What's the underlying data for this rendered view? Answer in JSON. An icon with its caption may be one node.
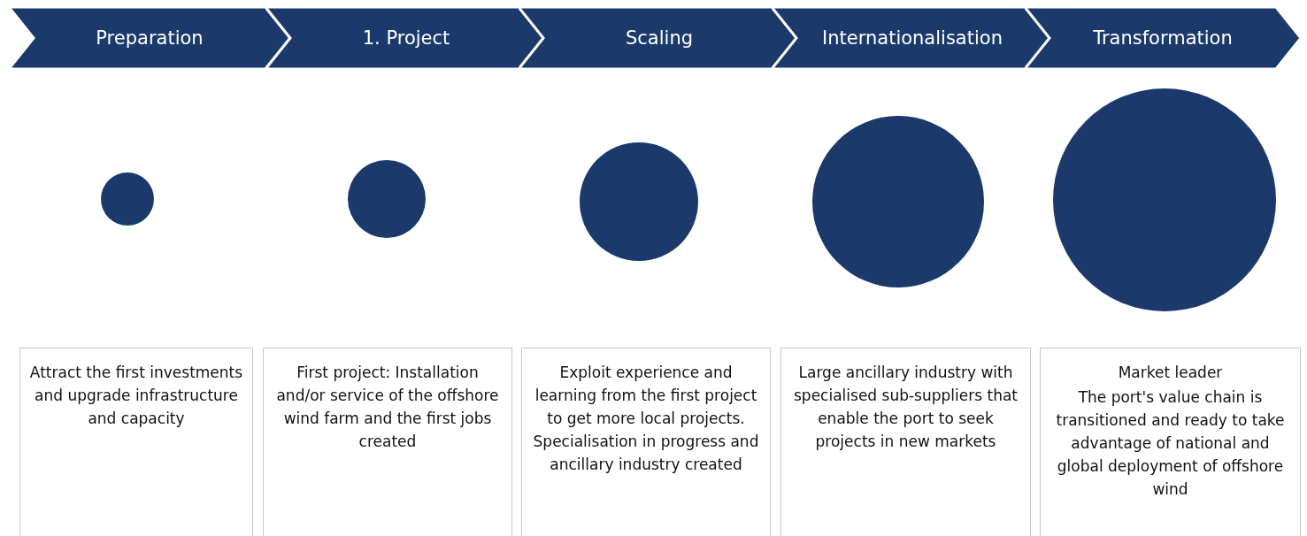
{
  "diagram": {
    "nodes": [
      {
        "text": [
          "Preparation"
        ]
      },
      {
        "text": [
          "1. Project"
        ]
      },
      {
        "text": [
          "Scaling"
        ]
      },
      {
        "text": [
          "Internationalisation"
        ]
      },
      {
        "text": [
          "Transformation"
        ]
      },
      {
        "text": [],
        "shape": "circle"
      },
      {
        "text": [],
        "shape": "circle"
      },
      {
        "text": [],
        "shape": "circle"
      },
      {
        "text": [],
        "shape": "circle"
      },
      {
        "text": [],
        "shape": "circle"
      },
      {
        "text": [
          "Attract the first investments and upgrade infrastructure and capacity"
        ]
      },
      {
        "text": [
          "First project: Installation and/or service of the offshore wind farm and the first jobs created"
        ]
      },
      {
        "text": [
          "Exploit experience and learning from the first project to get more local projects. Specialisation in progress and ancillary industry created"
        ]
      },
      {
        "text": [
          "Large ancillary industry with specialised sub-suppliers that enable the port to seek projects in new markets"
        ]
      },
      {
        "text": [
          "Market leader",
          "The port's value chain is transitioned and ready to take advantage of national and global deployment of offshore wind"
        ]
      }
    ],
    "edges": []
  }
}
